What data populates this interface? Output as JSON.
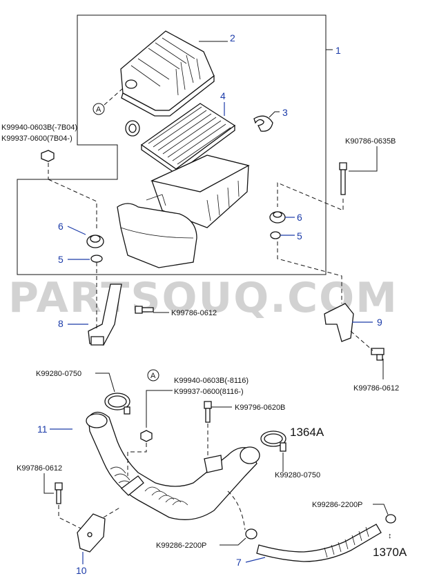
{
  "watermark": "PARTSOUQ.COM",
  "callouts": {
    "c1": "1",
    "c2": "2",
    "c3": "3",
    "c4": "4",
    "c5a": "5",
    "c5b": "5",
    "c6a": "6",
    "c6b": "6",
    "c7": "7",
    "c8": "8",
    "c9": "9",
    "c10": "10",
    "c11": "11",
    "refA1": "A",
    "refA2": "A"
  },
  "part_numbers": {
    "k99940_top": "K99940-0603B(-7B04)",
    "k99937_top": "K99937-0600(7B04-)",
    "k90786": "K90786-0635B",
    "k99786_mid": "K99786-0612",
    "k99786_right": "K99786-0612",
    "k99280_left": "K99280-0750",
    "k99940_bot": "K99940-0603B(-8116)",
    "k99937_bot": "K99937-0600(8116-)",
    "k99796": "K99796-0620B",
    "ref_1364a": "1364A",
    "k99280_right": "K99280-0750",
    "k99786_left": "K99786-0612",
    "k99286_right": "K99286-2200P",
    "k99286_left": "K99286-2200P",
    "ref_1370a": "1370A"
  }
}
